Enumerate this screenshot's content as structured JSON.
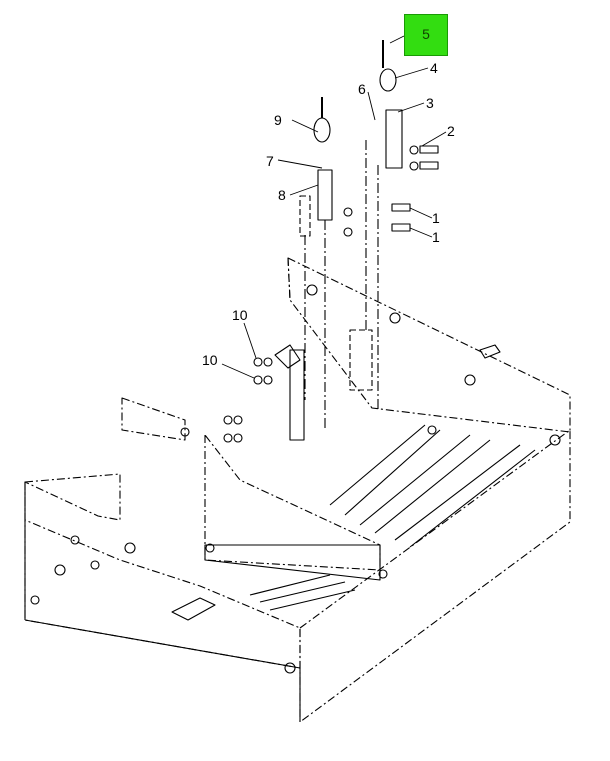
{
  "highlighted_callout": "5",
  "highlight_color": "#33dd11",
  "callouts": [
    "1",
    "1",
    "2",
    "3",
    "4",
    "6",
    "7",
    "8",
    "9",
    "10",
    "10"
  ]
}
